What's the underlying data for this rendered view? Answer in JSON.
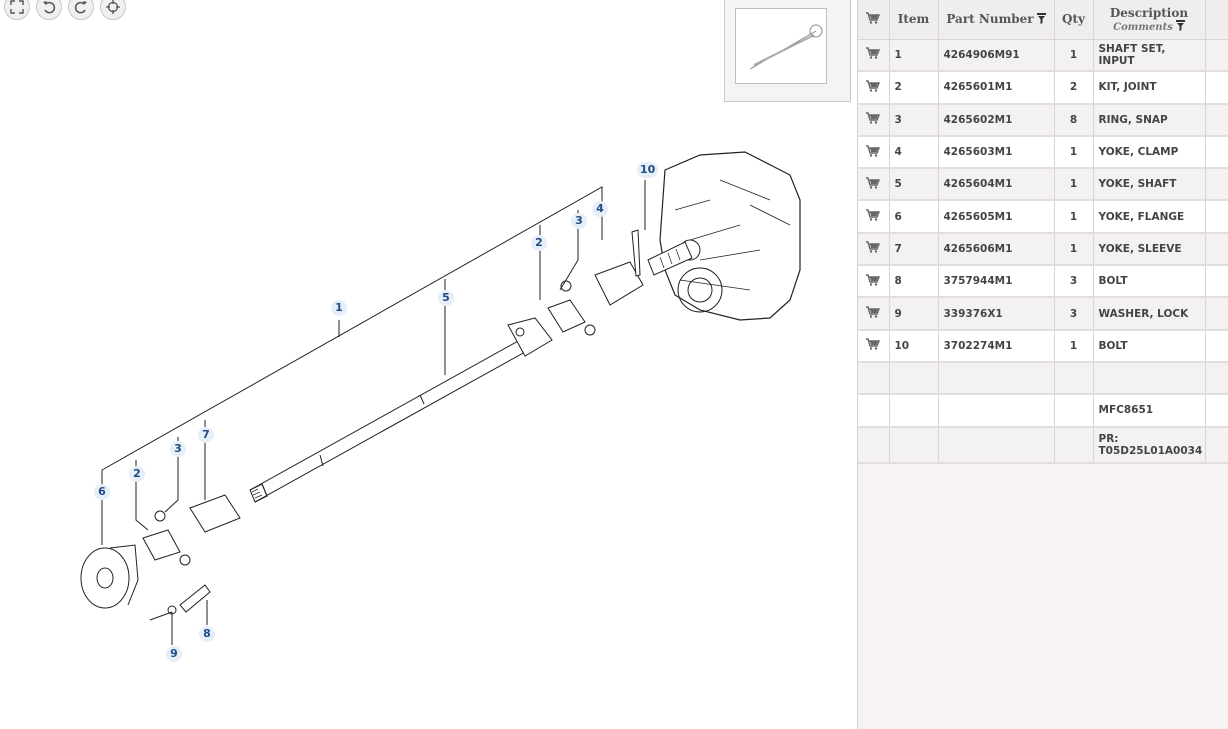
{
  "toolbar": {
    "buttons": [
      {
        "name": "fullscreen",
        "icon": "fullscreen-icon"
      },
      {
        "name": "rotate-left",
        "icon": "rotate-left-icon"
      },
      {
        "name": "rotate-right",
        "icon": "rotate-right-icon"
      },
      {
        "name": "recenter",
        "icon": "crosshair-icon"
      }
    ]
  },
  "diagram": {
    "callouts": [
      "10",
      "4",
      "3",
      "2",
      "1",
      "5",
      "7",
      "3",
      "2",
      "6",
      "8",
      "9"
    ]
  },
  "parts_table": {
    "headers": {
      "item": "Item",
      "part_number": "Part Number",
      "qty": "Qty",
      "description": "Description",
      "comments": "Comments"
    },
    "rows": [
      {
        "item": "1",
        "part_number": "4264906M91",
        "qty": "1",
        "description": "SHAFT SET, INPUT"
      },
      {
        "item": "2",
        "part_number": "4265601M1",
        "qty": "2",
        "description": "KIT, JOINT"
      },
      {
        "item": "3",
        "part_number": "4265602M1",
        "qty": "8",
        "description": "RING, SNAP"
      },
      {
        "item": "4",
        "part_number": "4265603M1",
        "qty": "1",
        "description": "YOKE, CLAMP"
      },
      {
        "item": "5",
        "part_number": "4265604M1",
        "qty": "1",
        "description": "YOKE, SHAFT"
      },
      {
        "item": "6",
        "part_number": "4265605M1",
        "qty": "1",
        "description": "YOKE, FLANGE"
      },
      {
        "item": "7",
        "part_number": "4265606M1",
        "qty": "1",
        "description": "YOKE, SLEEVE"
      },
      {
        "item": "8",
        "part_number": "3757944M1",
        "qty": "3",
        "description": "BOLT"
      },
      {
        "item": "9",
        "part_number": "339376X1",
        "qty": "3",
        "description": "WASHER, LOCK"
      },
      {
        "item": "10",
        "part_number": "3702274M1",
        "qty": "1",
        "description": "BOLT"
      }
    ],
    "footer": {
      "ref": "MFC8651",
      "pr": "PR: T05D25L01A0034"
    }
  },
  "colors": {
    "callout_bg": "#e6eef8",
    "callout_text": "#1f4e85",
    "panel_bg": "#f7f3f3"
  }
}
